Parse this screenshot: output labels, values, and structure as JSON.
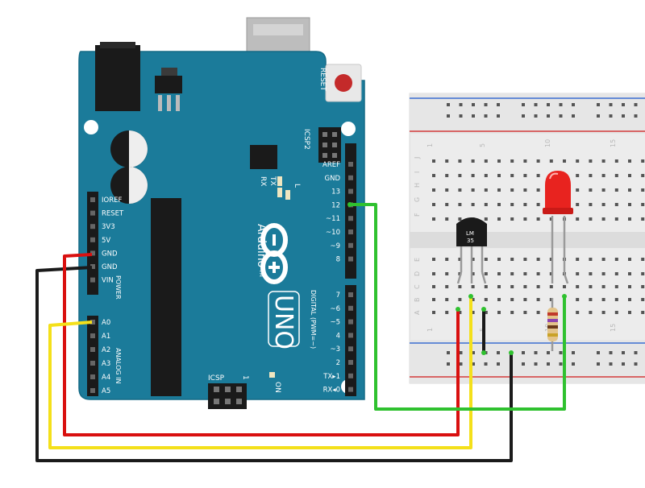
{
  "board": {
    "reset": "RESET",
    "icsp2": "ICSP2",
    "tx": "TX",
    "rx": "RX",
    "l": "L",
    "power_left": [
      "IOREF",
      "RESET",
      "3V3",
      "5V",
      "GND",
      "GND",
      "VIN"
    ],
    "power_section": "POWER",
    "analog_left": [
      "A0",
      "A1",
      "A2",
      "A3",
      "A4",
      "A5"
    ],
    "analog_section": "ANALOG IN",
    "digital_top": [
      "AREF",
      "GND",
      "13",
      "12",
      "~11",
      "~10",
      "~9",
      "8"
    ],
    "digital_bottom": [
      "7",
      "~6",
      "~5",
      "4",
      "~3",
      "2",
      "TX▸1",
      "RX◂0"
    ],
    "digital_section": "DIGITAL (PWM=~)",
    "brand": "Arduino",
    "tm": "TM",
    "model": "UNO",
    "icsp": "ICSP",
    "icsp_num": "1",
    "on": "ON"
  },
  "breadboard": {
    "columns": [
      "1",
      "5",
      "10",
      "15"
    ],
    "rows_top": [
      "J",
      "I",
      "H",
      "G",
      "F"
    ],
    "rows_bottom": [
      "E",
      "D",
      "C",
      "B",
      "A"
    ]
  },
  "sensor": {
    "line1": "LM",
    "line2": "35"
  },
  "colors": {
    "board": "#1b7b9a",
    "board_edge": "#156a86",
    "wire_red": "#d9100f",
    "wire_black": "#1a1a1a",
    "wire_yellow": "#f4e01a",
    "wire_green": "#2fc12f",
    "led": "#e8231f",
    "breadboard": "#eeeeee"
  }
}
